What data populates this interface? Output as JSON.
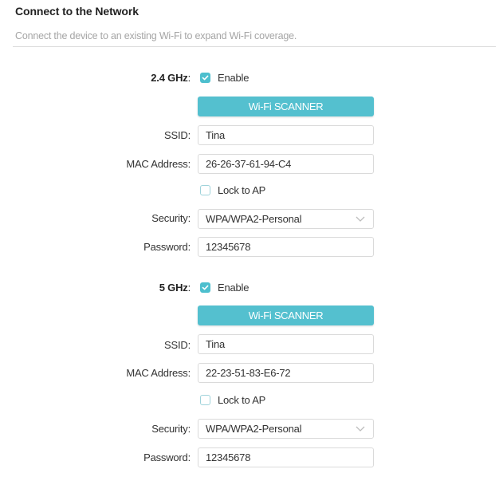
{
  "header": {
    "title": "Connect to the Network",
    "description": "Connect the device to an existing Wi-Fi to expand Wi-Fi coverage."
  },
  "bands": [
    {
      "band_label": "2.4 GHz",
      "colon": ":",
      "enable_label": "Enable",
      "enabled": true,
      "scanner_label": "Wi-Fi SCANNER",
      "ssid_label": "SSID:",
      "ssid_value": "Tina",
      "mac_label": "MAC Address:",
      "mac_value": "26-26-37-61-94-C4",
      "lock_label": "Lock to AP",
      "locked": false,
      "security_label": "Security:",
      "security_value": "WPA/WPA2-Personal",
      "password_label": "Password:",
      "password_value": "12345678"
    },
    {
      "band_label": "5 GHz",
      "colon": ":",
      "enable_label": "Enable",
      "enabled": true,
      "scanner_label": "Wi-Fi SCANNER",
      "ssid_label": "SSID:",
      "ssid_value": "Tina",
      "mac_label": "MAC Address:",
      "mac_value": "22-23-51-83-E6-72",
      "lock_label": "Lock to AP",
      "locked": false,
      "security_label": "Security:",
      "security_value": "WPA/WPA2-Personal",
      "password_label": "Password:",
      "password_value": "12345678"
    }
  ],
  "colors": {
    "accent": "#54c0cf",
    "checkbox_checked": "#4dbfce",
    "checkbox_unchecked_border": "#9fd3db",
    "description_text": "#a5a5a5"
  }
}
